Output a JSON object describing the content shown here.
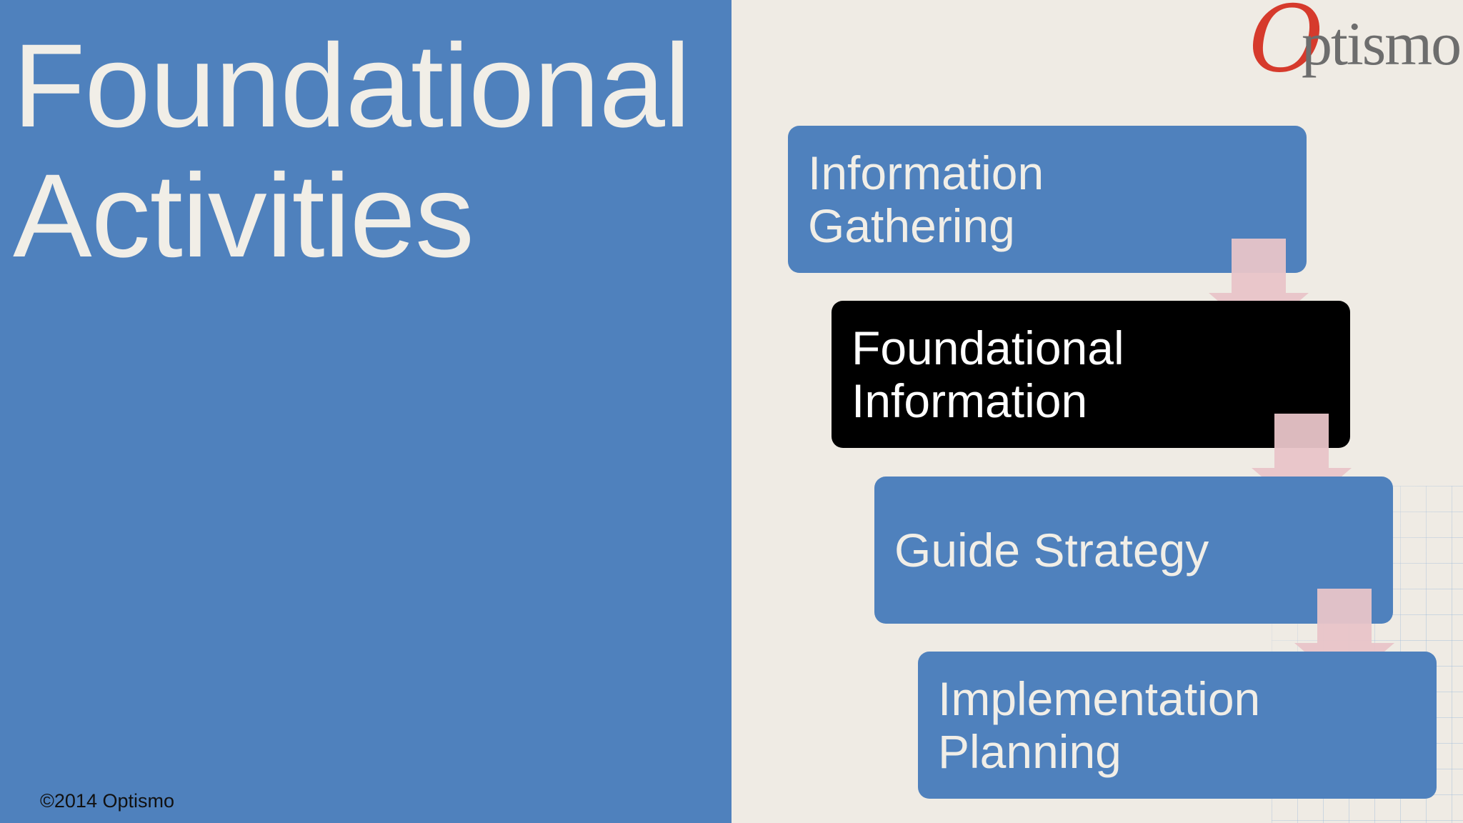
{
  "title": "Foundational Activities",
  "copyright": "©2014 Optismo",
  "logo": {
    "first_letter": "O",
    "rest": "ptismo"
  },
  "steps": [
    {
      "label": "Information\nGathering",
      "active": false
    },
    {
      "label": "Foundational\nInformation",
      "active": true
    },
    {
      "label": "Guide Strategy",
      "active": false
    },
    {
      "label": "Implementation\nPlanning",
      "active": false
    }
  ],
  "colors": {
    "left_panel": "#4f81bd",
    "step_fill": "#4f81bd",
    "active_step_fill": "#000000",
    "arrow_fill": "#e8c4c8",
    "background": "#efebe4",
    "logo_accent": "#d63a2c"
  }
}
